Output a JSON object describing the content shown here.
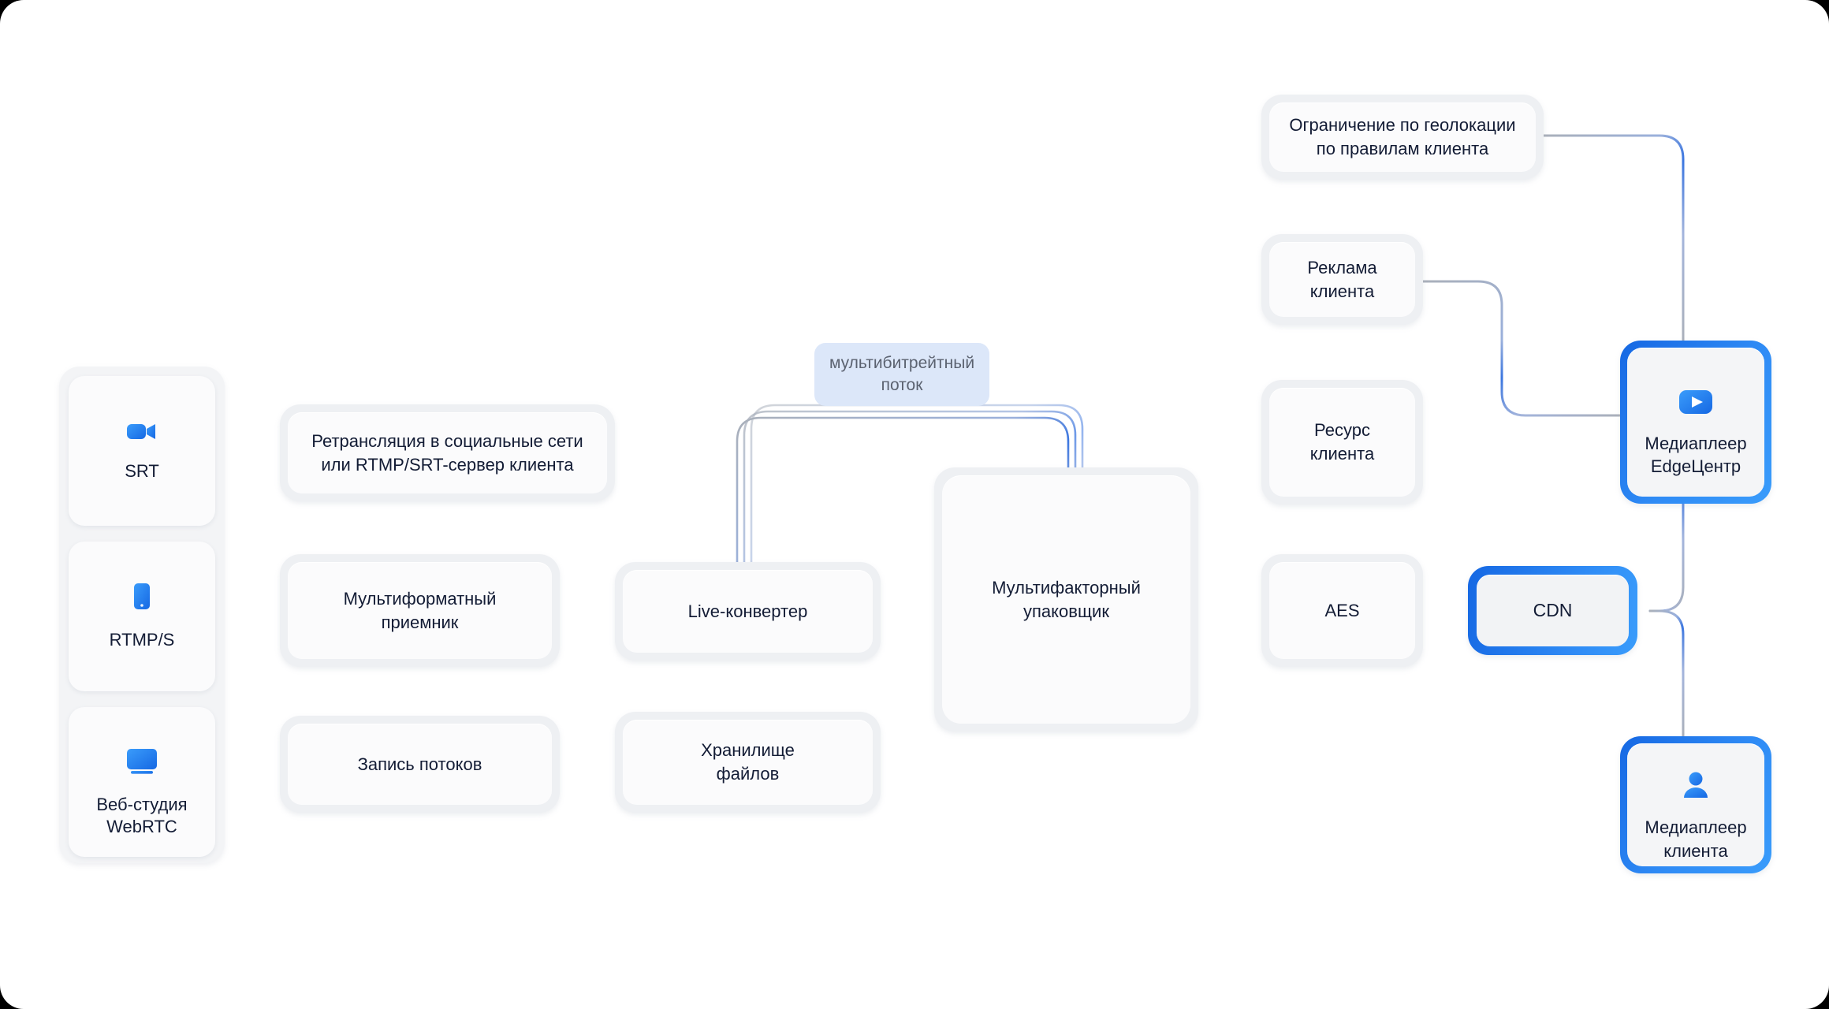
{
  "diagram": {
    "title": "Video streaming platform pipeline",
    "colors": {
      "accent_blue": "#1668e3",
      "accent_blue_light": "#3a9cfb",
      "node_shell": "#eef0f3",
      "node_face": "#fbfbfc",
      "text": "#131c35",
      "pill_bg": "#dce7f9",
      "pill_text": "#5b6270",
      "wire": "#aab0ba",
      "wire_highlight": "#3b76e0"
    },
    "sources": [
      {
        "id": "srt",
        "label": "SRT",
        "icon": "video-camera-icon"
      },
      {
        "id": "rtmps",
        "label": "RTMP/S",
        "icon": "mobile-phone-icon"
      },
      {
        "id": "webrtc",
        "label": "Веб-студия\nWebRTC",
        "icon": "desktop-monitor-icon"
      }
    ],
    "nodes": {
      "restream": {
        "label": "Ретрансляция в социальные сети\nили RTMP/SRT-сервер клиента"
      },
      "receiver": {
        "label": "Мультиформатный\nприемник"
      },
      "recording": {
        "label": "Запись потоков"
      },
      "storage": {
        "label": "Хранилище\nфайлов"
      },
      "converter": {
        "label": "Live-конвертер"
      },
      "packager": {
        "label": "Мультифакторный\nупаковщик"
      },
      "geo": {
        "label": "Ограничение по геолокации\nпо правилам клиента"
      },
      "ads": {
        "label": "Реклама\nклиента"
      },
      "resource": {
        "label": "Ресурс клиента"
      },
      "aes": {
        "label": "AES"
      },
      "cdn": {
        "label": "CDN"
      },
      "player_edge": {
        "label": "Медиаплеер\nEdgeЦентр",
        "icon": "play-button-icon"
      },
      "player_client": {
        "label": "Медиаплеер\nклиента",
        "icon": "user-person-icon"
      }
    },
    "annotations": {
      "multibitrate": "мультибитрейтный\nпоток"
    }
  }
}
